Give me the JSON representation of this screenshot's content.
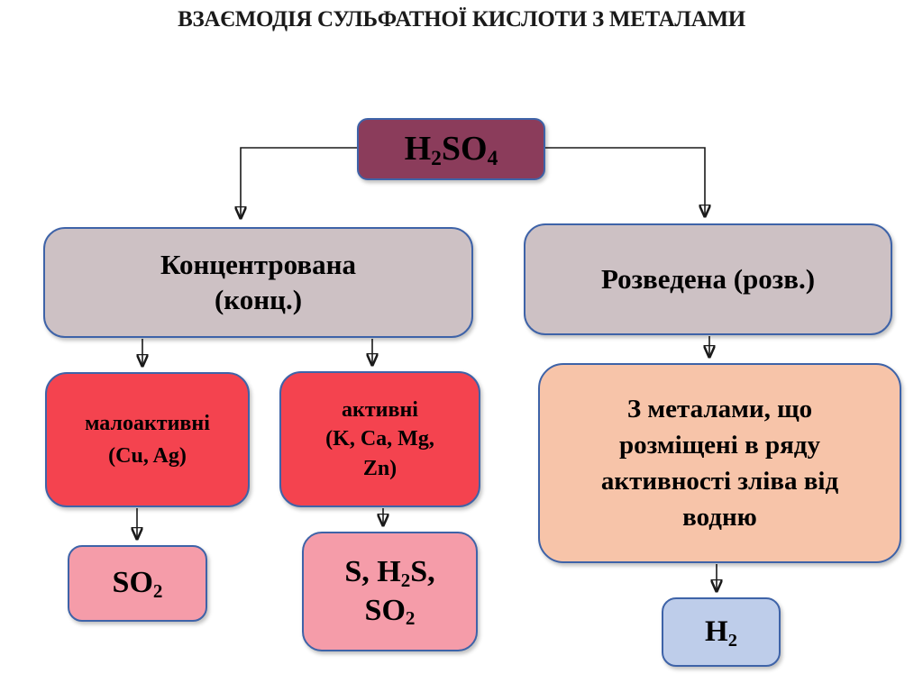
{
  "title": "ВЗАЄМОДІЯ СУЛЬФАТНОЇ КИСЛОТИ З МЕТАЛАМИ",
  "colors": {
    "acid_fill": "#8b3c5b",
    "mauve_fill": "#cdc1c4",
    "red_fill": "#f4434f",
    "pink_fill": "#f59ca9",
    "peach_fill": "#f7c4a9",
    "blue_fill": "#becdea",
    "node_border": "#3e63a8",
    "connector": "#1a1a1a"
  },
  "nodes": {
    "acid": {
      "parts": [
        "H",
        "2",
        "SO",
        "4"
      ]
    },
    "concentrated": {
      "lines": [
        "Концентрована",
        "(конц.)"
      ]
    },
    "diluted": {
      "label": "Розведена (розв.)"
    },
    "low_active": {
      "lines": [
        "малоактивні",
        "(Cu, Ag)"
      ]
    },
    "active": {
      "lines": [
        "активні",
        "(K, Ca, Mg,",
        "Zn)"
      ]
    },
    "with_metals": {
      "lines": [
        "З металами, що",
        "розміщені в ряду",
        "активності зліва від",
        "водню"
      ]
    },
    "so2": {
      "parts": [
        "SO",
        "2"
      ]
    },
    "s_h2s_so2": {
      "line1_parts": [
        "S, H",
        "2",
        "S,"
      ],
      "line2_parts": [
        "SO",
        "2"
      ]
    },
    "h2": {
      "parts": [
        "H",
        "2"
      ]
    }
  }
}
